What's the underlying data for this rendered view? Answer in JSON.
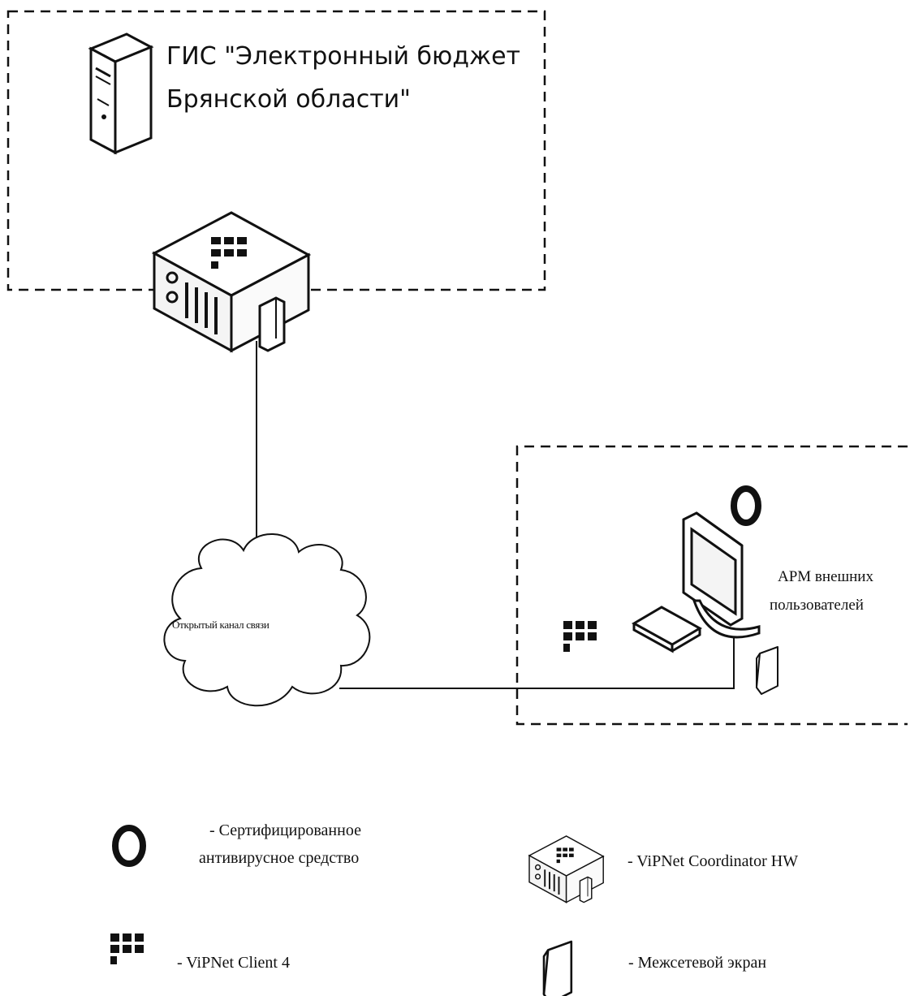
{
  "zones": {
    "gis": {
      "title_line1": "ГИС \"Электронный бюджет",
      "title_line2": "Брянской области\""
    },
    "arm": {
      "label_line1": "АРМ внешних",
      "label_line2": "пользователей"
    }
  },
  "network": {
    "cloud_label": "Открытый канал связи"
  },
  "legend": {
    "antivirus_line1": "- Сертифицированное",
    "antivirus_line2": "антивирусное средство",
    "coordinator": "- ViPNet Coordinator HW",
    "client": "- ViPNet Client 4",
    "firewall": "- Межсетевой экран"
  },
  "icons": {
    "server": "server-icon",
    "coordinator": "vipnet-coordinator-hw-icon",
    "cloud": "cloud-icon",
    "workstation": "workstation-icon",
    "antivirus": "antivirus-ring-icon",
    "client": "vipnet-client-icon",
    "firewall": "firewall-icon"
  },
  "colors": {
    "line": "#111111",
    "background": "#ffffff"
  }
}
